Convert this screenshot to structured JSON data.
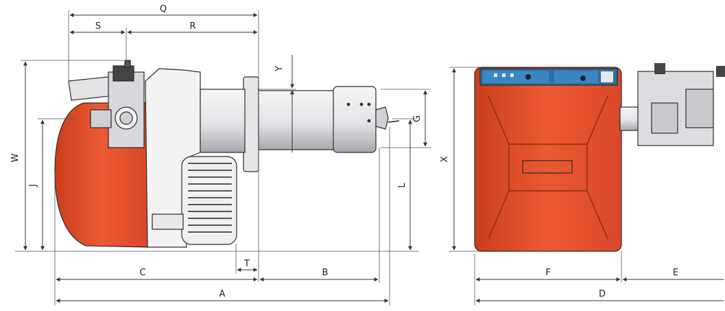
{
  "colors": {
    "housing": "#e8542e",
    "housing_dark": "#c83c1c",
    "metal": "#e6e6e8",
    "metal_dark": "#9ea0a6",
    "panel": "#2a6fa5"
  },
  "dimensions": {
    "Q": "Q",
    "S": "S",
    "R": "R",
    "Y": "Y",
    "W": "W",
    "J": "J",
    "G": "G",
    "L": "L",
    "T": "T",
    "C": "C",
    "B": "B",
    "A": "A",
    "X": "X",
    "F": "F",
    "E": "E",
    "D": "D"
  }
}
